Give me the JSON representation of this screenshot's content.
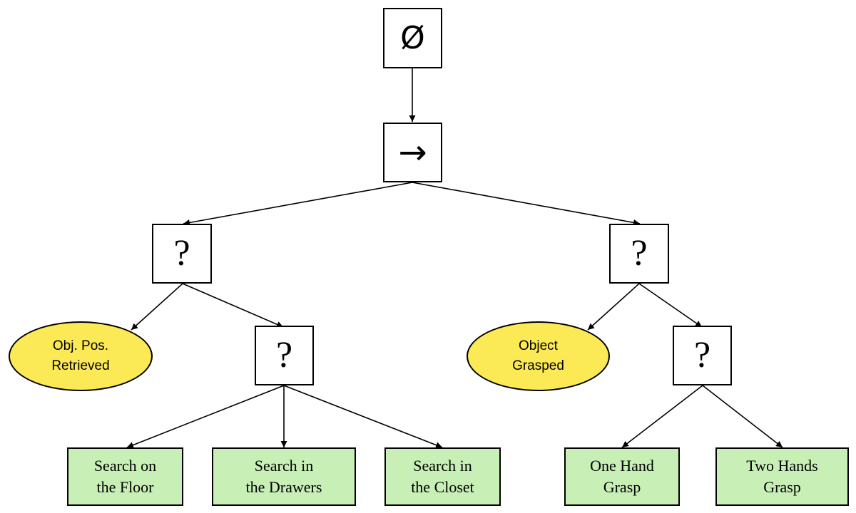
{
  "colors": {
    "condition_fill": "#fbe955",
    "action_fill": "#c8efb6",
    "control_fill": "#ffffff",
    "stroke": "#000000"
  },
  "nodes": {
    "root": {
      "symbol": "Ø"
    },
    "sequence": {
      "symbol": "→"
    },
    "fallback_left": {
      "symbol": "?"
    },
    "fallback_right": {
      "symbol": "?"
    },
    "fallback_search": {
      "symbol": "?"
    },
    "fallback_grasp": {
      "symbol": "?"
    },
    "cond_obj_pos": {
      "label": "Obj. Pos.\nRetrieved"
    },
    "cond_object_grasped": {
      "label": "Object\nGrasped"
    },
    "act_search_floor": {
      "label": "Search on\nthe Floor"
    },
    "act_search_drawers": {
      "label": "Search in\nthe Drawers"
    },
    "act_search_closet": {
      "label": "Search in\nthe Closet"
    },
    "act_one_hand": {
      "label": "One Hand\nGrasp"
    },
    "act_two_hands": {
      "label": "Two Hands\nGrasp"
    }
  }
}
